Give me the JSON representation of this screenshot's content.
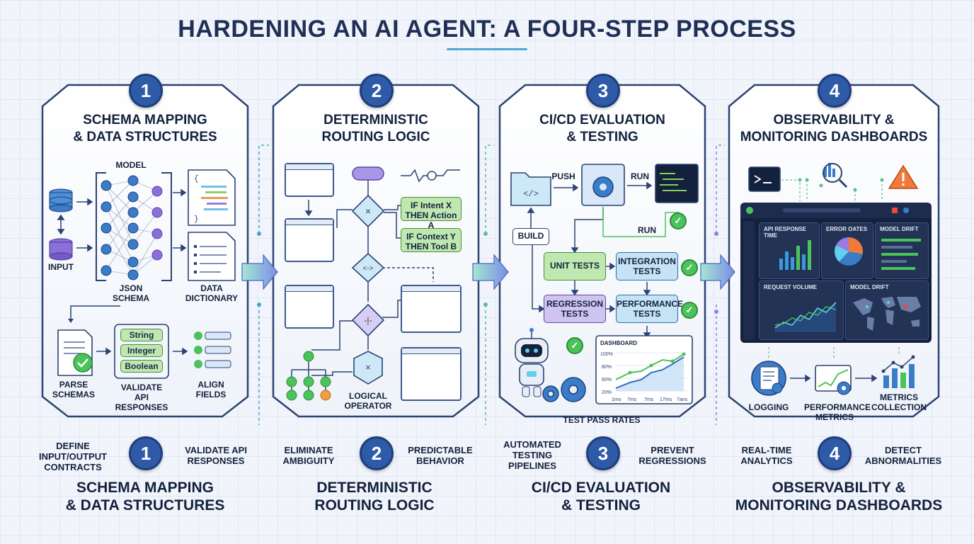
{
  "title": "HARDENING AN AI AGENT: A FOUR-STEP PROCESS",
  "steps": [
    {
      "number": "1",
      "title_line1": "SCHEMA MAPPING",
      "title_line2": "& DATA STRUCTURES",
      "model_label": "MODEL",
      "input_label": "INPUT",
      "json_schema_label": "JSON SCHEMA",
      "data_dictionary_label": "DATA DICTIONARY",
      "parse_label": "PARSE SCHEMAS",
      "validate_label": "VALIDATE API RESPONSES",
      "align_label": "ALIGN FIELDS",
      "type_chips": [
        "String",
        "Integer",
        "Boolean"
      ],
      "left_caption": "DEFINE INPUT/OUTPUT CONTRACTS",
      "right_caption": "VALIDATE API RESPONSES"
    },
    {
      "number": "2",
      "title_line1": "DETERMINISTIC",
      "title_line2": "ROUTING LOGIC",
      "rule1": "IF Intent X THEN Action A",
      "rule2": "IF Context Y THEN Tool B",
      "logical_operator_label": "LOGICAL OPERATOR",
      "left_caption": "ELIMINATE AMBIGUITY",
      "right_caption": "PREDICTABLE BEHAVIOR"
    },
    {
      "number": "3",
      "title_line1": "CI/CD EVALUATION",
      "title_line2": "& TESTING",
      "push_label": "PUSH",
      "run_label": "RUN",
      "run_label_2": "RUN",
      "build_label": "BUILD",
      "unit_tests": "UNIT TESTS",
      "integration_tests": "INTEGRATION TESTS",
      "regression_tests": "REGRESSION TESTS",
      "performance_tests": "PERFORMANCE TESTS",
      "dashboard_label": "DASHBOARD",
      "pass_rates_label": "TEST PASS RATES",
      "left_caption": "AUTOMATED TESTING PIPELINES",
      "right_caption": "PREVENT REGRESSIONS"
    },
    {
      "number": "4",
      "title_line1": "OBSERVABILITY &",
      "title_line2": "MONITORING DASHBOARDS",
      "panel_api": "API RESPONSE TIME",
      "panel_error": "ERROR OATES",
      "panel_drift": "MODEL DRIFT",
      "panel_volume": "REQUEST VOLUME",
      "panel_drift2": "MODEL DRIFT",
      "logging_label": "LOGGING",
      "performance_label": "PERFORMANCE METRICS",
      "metrics_label": "METRICS COLLECTION",
      "left_caption": "REAL-TIME ANALYTICS",
      "right_caption": "DETECT ABNORMALITIES"
    }
  ],
  "colors": {
    "navy": "#1f2f55",
    "badge": "#2e5aa8",
    "green_box": "#bfe8b0",
    "blue_box": "#c6e2f5",
    "purple_box": "#cfc4ef",
    "accent": "#4fa7d8"
  }
}
